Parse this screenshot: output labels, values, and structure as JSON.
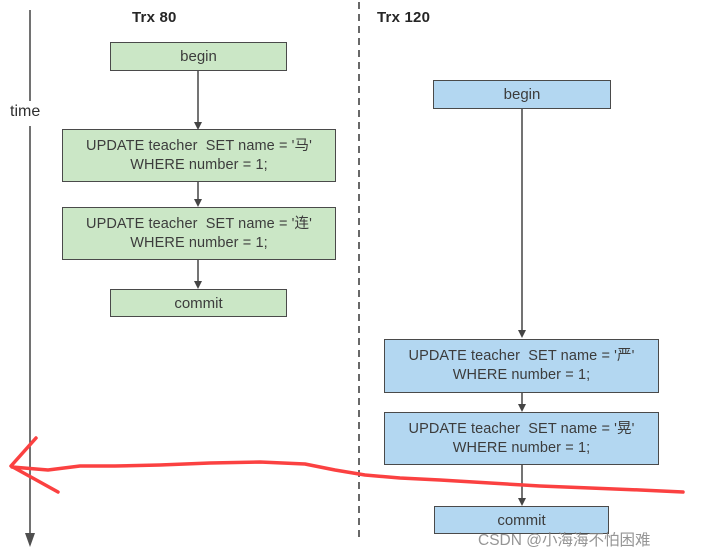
{
  "timeline": {
    "label": "time"
  },
  "trx80": {
    "title": "Trx 80",
    "begin": "begin",
    "update1_line1": "UPDATE teacher  SET name = '马'",
    "update1_line2": "WHERE number = 1;",
    "update2_line1": "UPDATE teacher  SET name = '连'",
    "update2_line2": "WHERE number = 1;",
    "commit": "commit"
  },
  "trx120": {
    "title": "Trx 120",
    "begin": "begin",
    "update1_line1": "UPDATE teacher  SET name = '严'",
    "update1_line2": "WHERE number = 1;",
    "update2_line1": "UPDATE teacher  SET name = '晃'",
    "update2_line2": "WHERE number = 1;",
    "commit": "commit"
  },
  "watermark": "CSDN @小海海不怕困难",
  "colors": {
    "trx80_box_fill": "#cbe7c6",
    "trx120_box_fill": "#b3d7f1",
    "box_border": "#4a4a4a",
    "arrow_line": "#4f4f4f",
    "divider": "#585858",
    "red_annotation": "#fb4141",
    "watermark_text": "#828282"
  }
}
